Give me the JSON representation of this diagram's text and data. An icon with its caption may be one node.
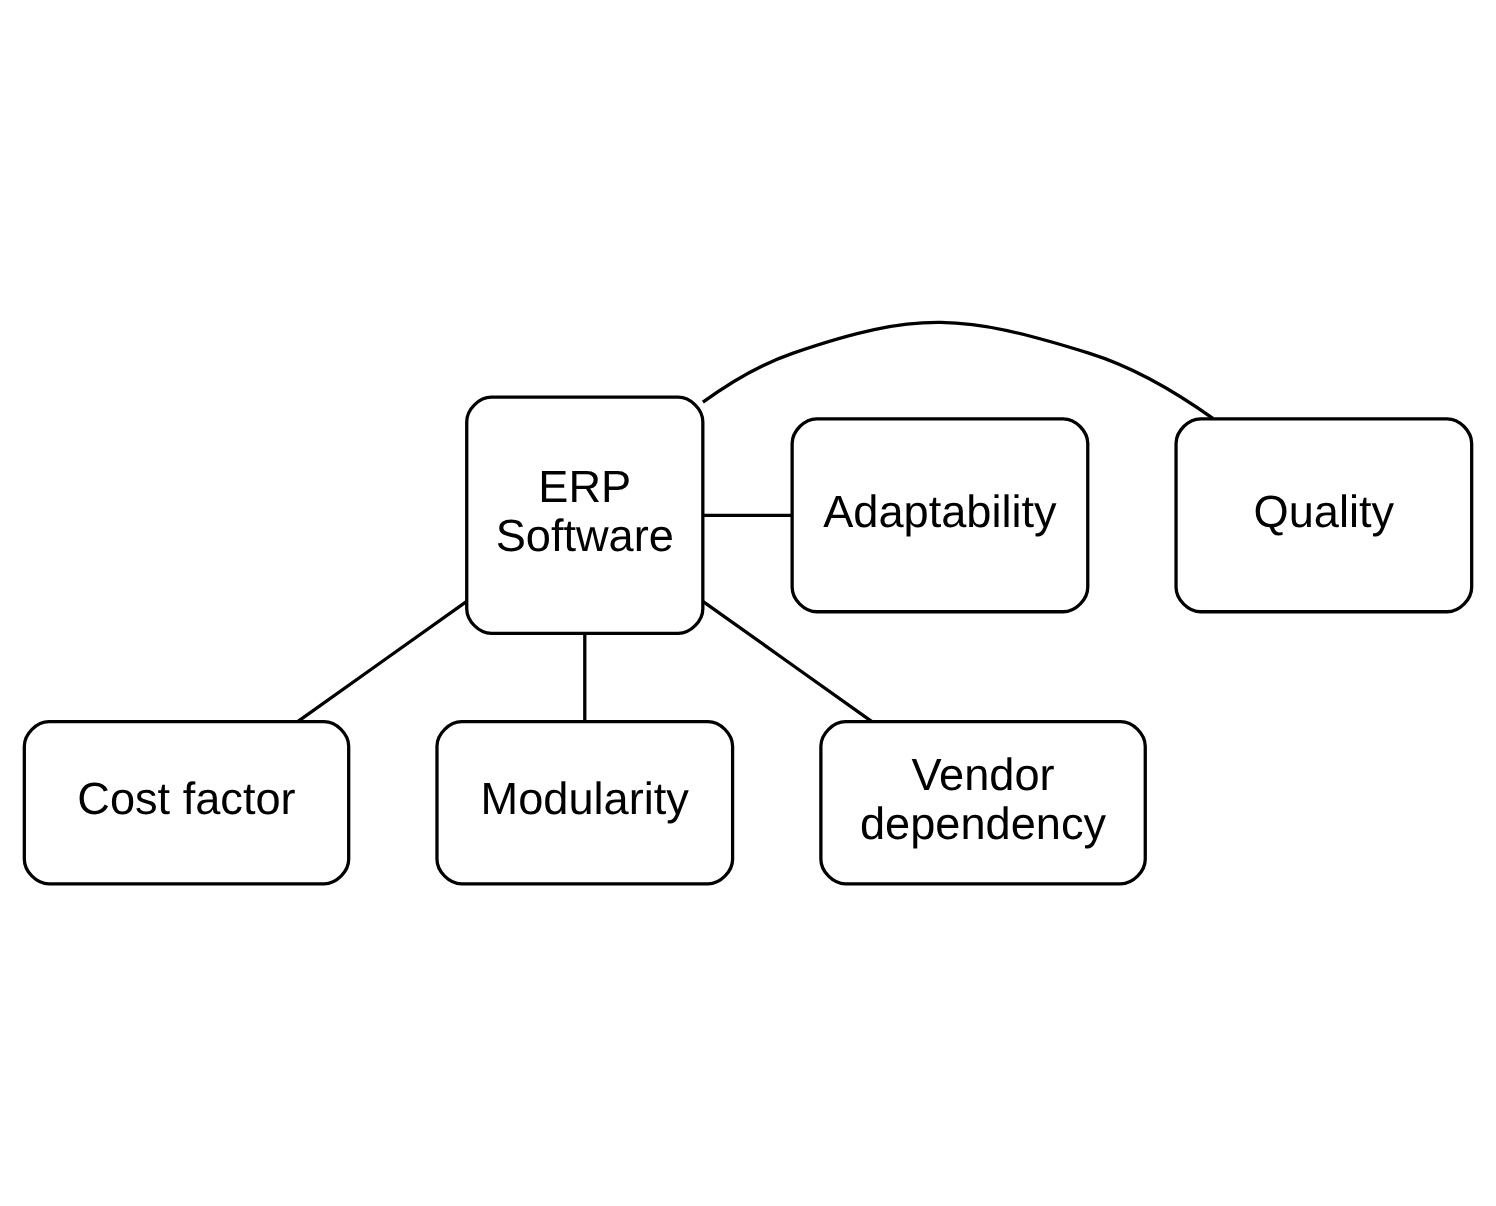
{
  "diagram": {
    "nodes": [
      {
        "text": [
          "Cost factor"
        ]
      },
      {
        "text": [
          "Quality"
        ]
      },
      {
        "text": [
          "Adaptability"
        ]
      },
      {
        "text": [
          "ERP Software"
        ]
      },
      {
        "text": [
          "Modularity"
        ]
      },
      {
        "text": [
          "Vendor dependency"
        ]
      }
    ],
    "edges": [
      {
        "from": 3,
        "to": 0,
        "arrow": "none"
      },
      {
        "from": 3,
        "to": 1,
        "arrow": "none"
      },
      {
        "from": 3,
        "to": 2,
        "arrow": "none"
      },
      {
        "from": 3,
        "to": 4,
        "arrow": "none"
      },
      {
        "from": 3,
        "to": 5,
        "arrow": "none"
      }
    ]
  }
}
